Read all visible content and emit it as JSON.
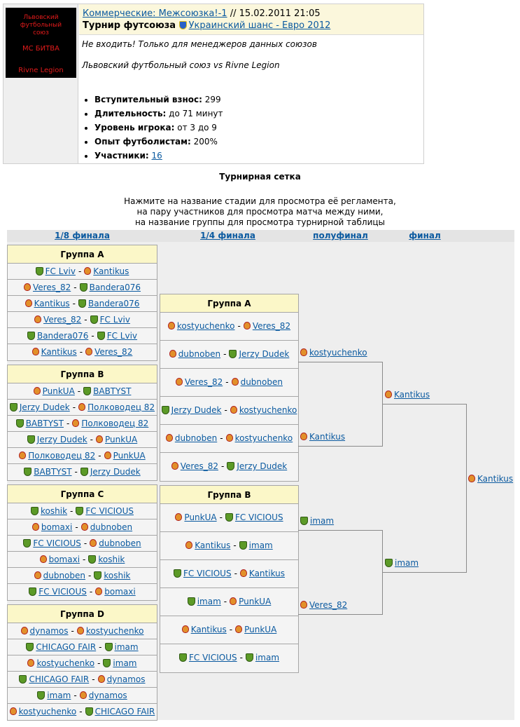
{
  "header": {
    "logo": {
      "line1": "Львовский футбольный",
      "line1b": "союз",
      "line2": "МС БИТВА",
      "line3": "Rivne Legion"
    },
    "category_link": "Коммерческие: Межсоюзка!-1",
    "date_suffix": " // 15.02.2011 21:05",
    "tournament_label": "Турнир футсоюза",
    "tournament_link": "Украинский шанс - Евро 2012",
    "description1": "Не входить! Только для менеджеров данных союзов",
    "description2": "Львовский футбольный союз vs Rivne Legion",
    "info": [
      {
        "label": "Вступительный взнос:",
        "value": " 299"
      },
      {
        "label": "Длительность:",
        "value": " до 71 минут"
      },
      {
        "label": "Уровень игрока:",
        "value": " от 3 до 9"
      },
      {
        "label": "Опыт футболистам:",
        "value": " 200%"
      },
      {
        "label": "Участники:",
        "value": " ",
        "link": "16"
      }
    ]
  },
  "grid_title": "Турнирная сетка",
  "hint": {
    "line1": "Нажмите на название стадии для просмотра её регламента,",
    "line2": "на пару участников для просмотра матча между ними,",
    "line3": "на название группы для просмотра турнирной таблицы"
  },
  "stages": {
    "r16": "1/8 финала",
    "qf": "1/4 финала",
    "sf": "полуфинал",
    "f": "финал"
  },
  "r16_groups": [
    {
      "title": "Группа A",
      "matches": [
        [
          [
            "shield",
            "FC Lviv"
          ],
          [
            "crest",
            "Kantikus"
          ]
        ],
        [
          [
            "crest",
            "Veres_82"
          ],
          [
            "shield",
            "Bandera076"
          ]
        ],
        [
          [
            "crest",
            "Kantikus"
          ],
          [
            "shield",
            "Bandera076"
          ]
        ],
        [
          [
            "crest",
            "Veres_82"
          ],
          [
            "shield",
            "FC Lviv"
          ]
        ],
        [
          [
            "shield",
            "Bandera076"
          ],
          [
            "shield",
            "FC Lviv"
          ]
        ],
        [
          [
            "crest",
            "Kantikus"
          ],
          [
            "crest",
            "Veres_82"
          ]
        ]
      ]
    },
    {
      "title": "Группа B",
      "matches": [
        [
          [
            "crest",
            "PunkUA"
          ],
          [
            "shield",
            "BABTYST"
          ]
        ],
        [
          [
            "shield",
            "Jerzy Dudek"
          ],
          [
            "crest",
            "Полководец 82"
          ]
        ],
        [
          [
            "shield",
            "BABTYST"
          ],
          [
            "crest",
            "Полководец 82"
          ]
        ],
        [
          [
            "shield",
            "Jerzy Dudek"
          ],
          [
            "crest",
            "PunkUA"
          ]
        ],
        [
          [
            "crest",
            "Полководец 82"
          ],
          [
            "crest",
            "PunkUA"
          ]
        ],
        [
          [
            "shield",
            "BABTYST"
          ],
          [
            "shield",
            "Jerzy Dudek"
          ]
        ]
      ]
    },
    {
      "title": "Группа C",
      "matches": [
        [
          [
            "shield",
            "koshik"
          ],
          [
            "shield",
            "FC VICIOUS"
          ]
        ],
        [
          [
            "crest",
            "bomaxi"
          ],
          [
            "crest",
            "dubnoben"
          ]
        ],
        [
          [
            "shield",
            "FC VICIOUS"
          ],
          [
            "crest",
            "dubnoben"
          ]
        ],
        [
          [
            "crest",
            "bomaxi"
          ],
          [
            "shield",
            "koshik"
          ]
        ],
        [
          [
            "crest",
            "dubnoben"
          ],
          [
            "shield",
            "koshik"
          ]
        ],
        [
          [
            "shield",
            "FC VICIOUS"
          ],
          [
            "crest",
            "bomaxi"
          ]
        ]
      ]
    },
    {
      "title": "Группа D",
      "matches": [
        [
          [
            "crest",
            "dynamos"
          ],
          [
            "crest",
            "kostyuchenko"
          ]
        ],
        [
          [
            "shield",
            "CHICAGO FAIR"
          ],
          [
            "shield",
            "imam"
          ]
        ],
        [
          [
            "crest",
            "kostyuchenko"
          ],
          [
            "shield",
            "imam"
          ]
        ],
        [
          [
            "shield",
            "CHICAGO FAIR"
          ],
          [
            "crest",
            "dynamos"
          ]
        ],
        [
          [
            "shield",
            "imam"
          ],
          [
            "crest",
            "dynamos"
          ]
        ],
        [
          [
            "crest",
            "kostyuchenko"
          ],
          [
            "shield",
            "CHICAGO FAIR"
          ]
        ]
      ]
    }
  ],
  "qf_groups": [
    {
      "title": "Группа A",
      "matches": [
        [
          [
            "crest",
            "kostyuchenko"
          ],
          [
            "crest",
            "Veres_82"
          ]
        ],
        [
          [
            "crest",
            "dubnoben"
          ],
          [
            "shield",
            "Jerzy Dudek"
          ]
        ],
        [
          [
            "crest",
            "Veres_82"
          ],
          [
            "crest",
            "dubnoben"
          ]
        ],
        [
          [
            "shield",
            "Jerzy Dudek"
          ],
          [
            "crest",
            "kostyuchenko"
          ]
        ],
        [
          [
            "crest",
            "dubnoben"
          ],
          [
            "crest",
            "kostyuchenko"
          ]
        ],
        [
          [
            "crest",
            "Veres_82"
          ],
          [
            "shield",
            "Jerzy Dudek"
          ]
        ]
      ]
    },
    {
      "title": "Группа B",
      "matches": [
        [
          [
            "crest",
            "PunkUA"
          ],
          [
            "shield",
            "FC VICIOUS"
          ]
        ],
        [
          [
            "crest",
            "Kantikus"
          ],
          [
            "shield",
            "imam"
          ]
        ],
        [
          [
            "shield",
            "FC VICIOUS"
          ],
          [
            "crest",
            "Kantikus"
          ]
        ],
        [
          [
            "shield",
            "imam"
          ],
          [
            "crest",
            "PunkUA"
          ]
        ],
        [
          [
            "crest",
            "Kantikus"
          ],
          [
            "crest",
            "PunkUA"
          ]
        ],
        [
          [
            "shield",
            "FC VICIOUS"
          ],
          [
            "shield",
            "imam"
          ]
        ]
      ]
    }
  ],
  "semifinal": [
    [
      "crest",
      "kostyuchenko"
    ],
    [
      "crest",
      "Kantikus"
    ],
    [
      "shield",
      "imam"
    ],
    [
      "crest",
      "Veres_82"
    ]
  ],
  "final": [
    [
      "crest",
      "Kantikus"
    ],
    [
      "shield",
      "imam"
    ]
  ],
  "winner": [
    "crest",
    "Kantikus"
  ]
}
